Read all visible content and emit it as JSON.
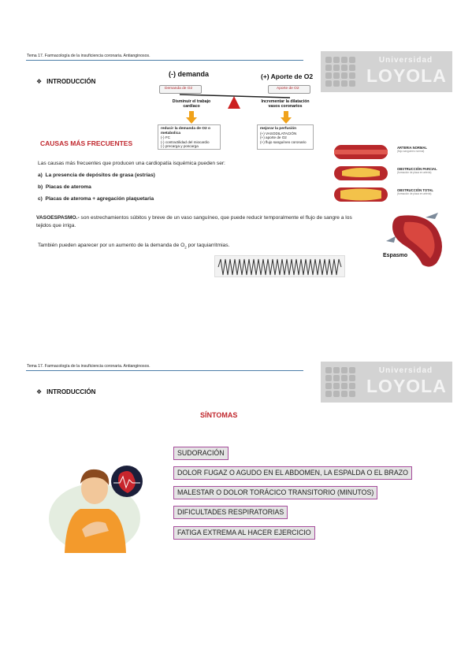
{
  "page1": {
    "header": "Tema 17. Farmacología de la insuficiencia coronaria. Antianginosos.",
    "logo": {
      "top": "Universidad",
      "bottom": "LOYOLA"
    },
    "section_title": "INTRODUCCIÓN",
    "balance": {
      "left_title": "(-) demanda",
      "right_title": "(+) Aporte de O2",
      "left_tab": "Demanda de O2",
      "right_tab": "Aporte de O2",
      "left_caption": "Disminuir el trabajo cardíaco",
      "right_caption": "Incrementar la dilatación vasos coronarios",
      "left_card": {
        "title": "reducir la demanda de O2 o metabolica",
        "lines": [
          "(-) FC",
          "(-) contractilidad del miocardio",
          "(-) precarga y poscarga"
        ]
      },
      "right_card": {
        "title": "mejorar la perfusión",
        "lines": [
          "(+) VASODILATACIÓN",
          "(+) aporte de O2",
          "(+) flujo sanguíneo coronario"
        ]
      },
      "colors": {
        "arrow": "#f0a21b",
        "fulcrum": "#cc1f1f",
        "beam": "#222222"
      }
    },
    "causes_title": "CAUSAS MÁS FRECUENTES",
    "causes_intro": "Las causas más frecuentes que producen una cardiopatía isquémica pueden ser:",
    "causes": [
      {
        "letter": "a)",
        "text": "La presencia de depósitos de grasa (estrías)"
      },
      {
        "letter": "b)",
        "text": "Placas de ateroma"
      },
      {
        "letter": "c)",
        "text": "Placas de ateroma + agregación plaquetaria"
      }
    ],
    "arteries": [
      {
        "label": "ARTERIA NORMAL",
        "sub": "(flujo sanguíneo normal)"
      },
      {
        "label": "OBSTRUCCIÓN PARCIAL",
        "sub": "(formación de placa en arteria)"
      },
      {
        "label": "OBSTRUCCIÓN TOTAL",
        "sub": "(formación de placa en arteria)"
      }
    ],
    "vasoespasmo": {
      "term": "VASOESPASMO.-",
      "text": " son estrechamientos súbitos y breve de un vaso sanguíneo, que puede reducir temporalmente el flujo de sangre a los tejidos que irriga."
    },
    "espasmo_label": "Espasmo",
    "tachy": {
      "before": "También pueden aparecer por un aumento de la demanda de O",
      "sub": "2",
      "after": " por taquiarritmias."
    }
  },
  "page2": {
    "header": "Tema 17. Farmacología de la insuficiencia coronaria. Antianginosos.",
    "logo": {
      "top": "Universidad",
      "bottom": "LOYOLA"
    },
    "section_title": "INTRODUCCIÓN",
    "sintomas_title": "SÍNTOMAS",
    "symptoms": [
      "SUDORACIÓN",
      "DOLOR FUGAZ O AGUDO EN EL ABDOMEN, LA ESPALDA O EL BRAZO",
      "MALESTAR O DOLOR TORÁCICO TRANSITORIO (MINUTOS)",
      "DIFICULTADES RESPIRATORIAS",
      "FATIGA EXTREMA AL HACER EJERCICIO"
    ],
    "symptom_border_color": "#a64c9b"
  }
}
